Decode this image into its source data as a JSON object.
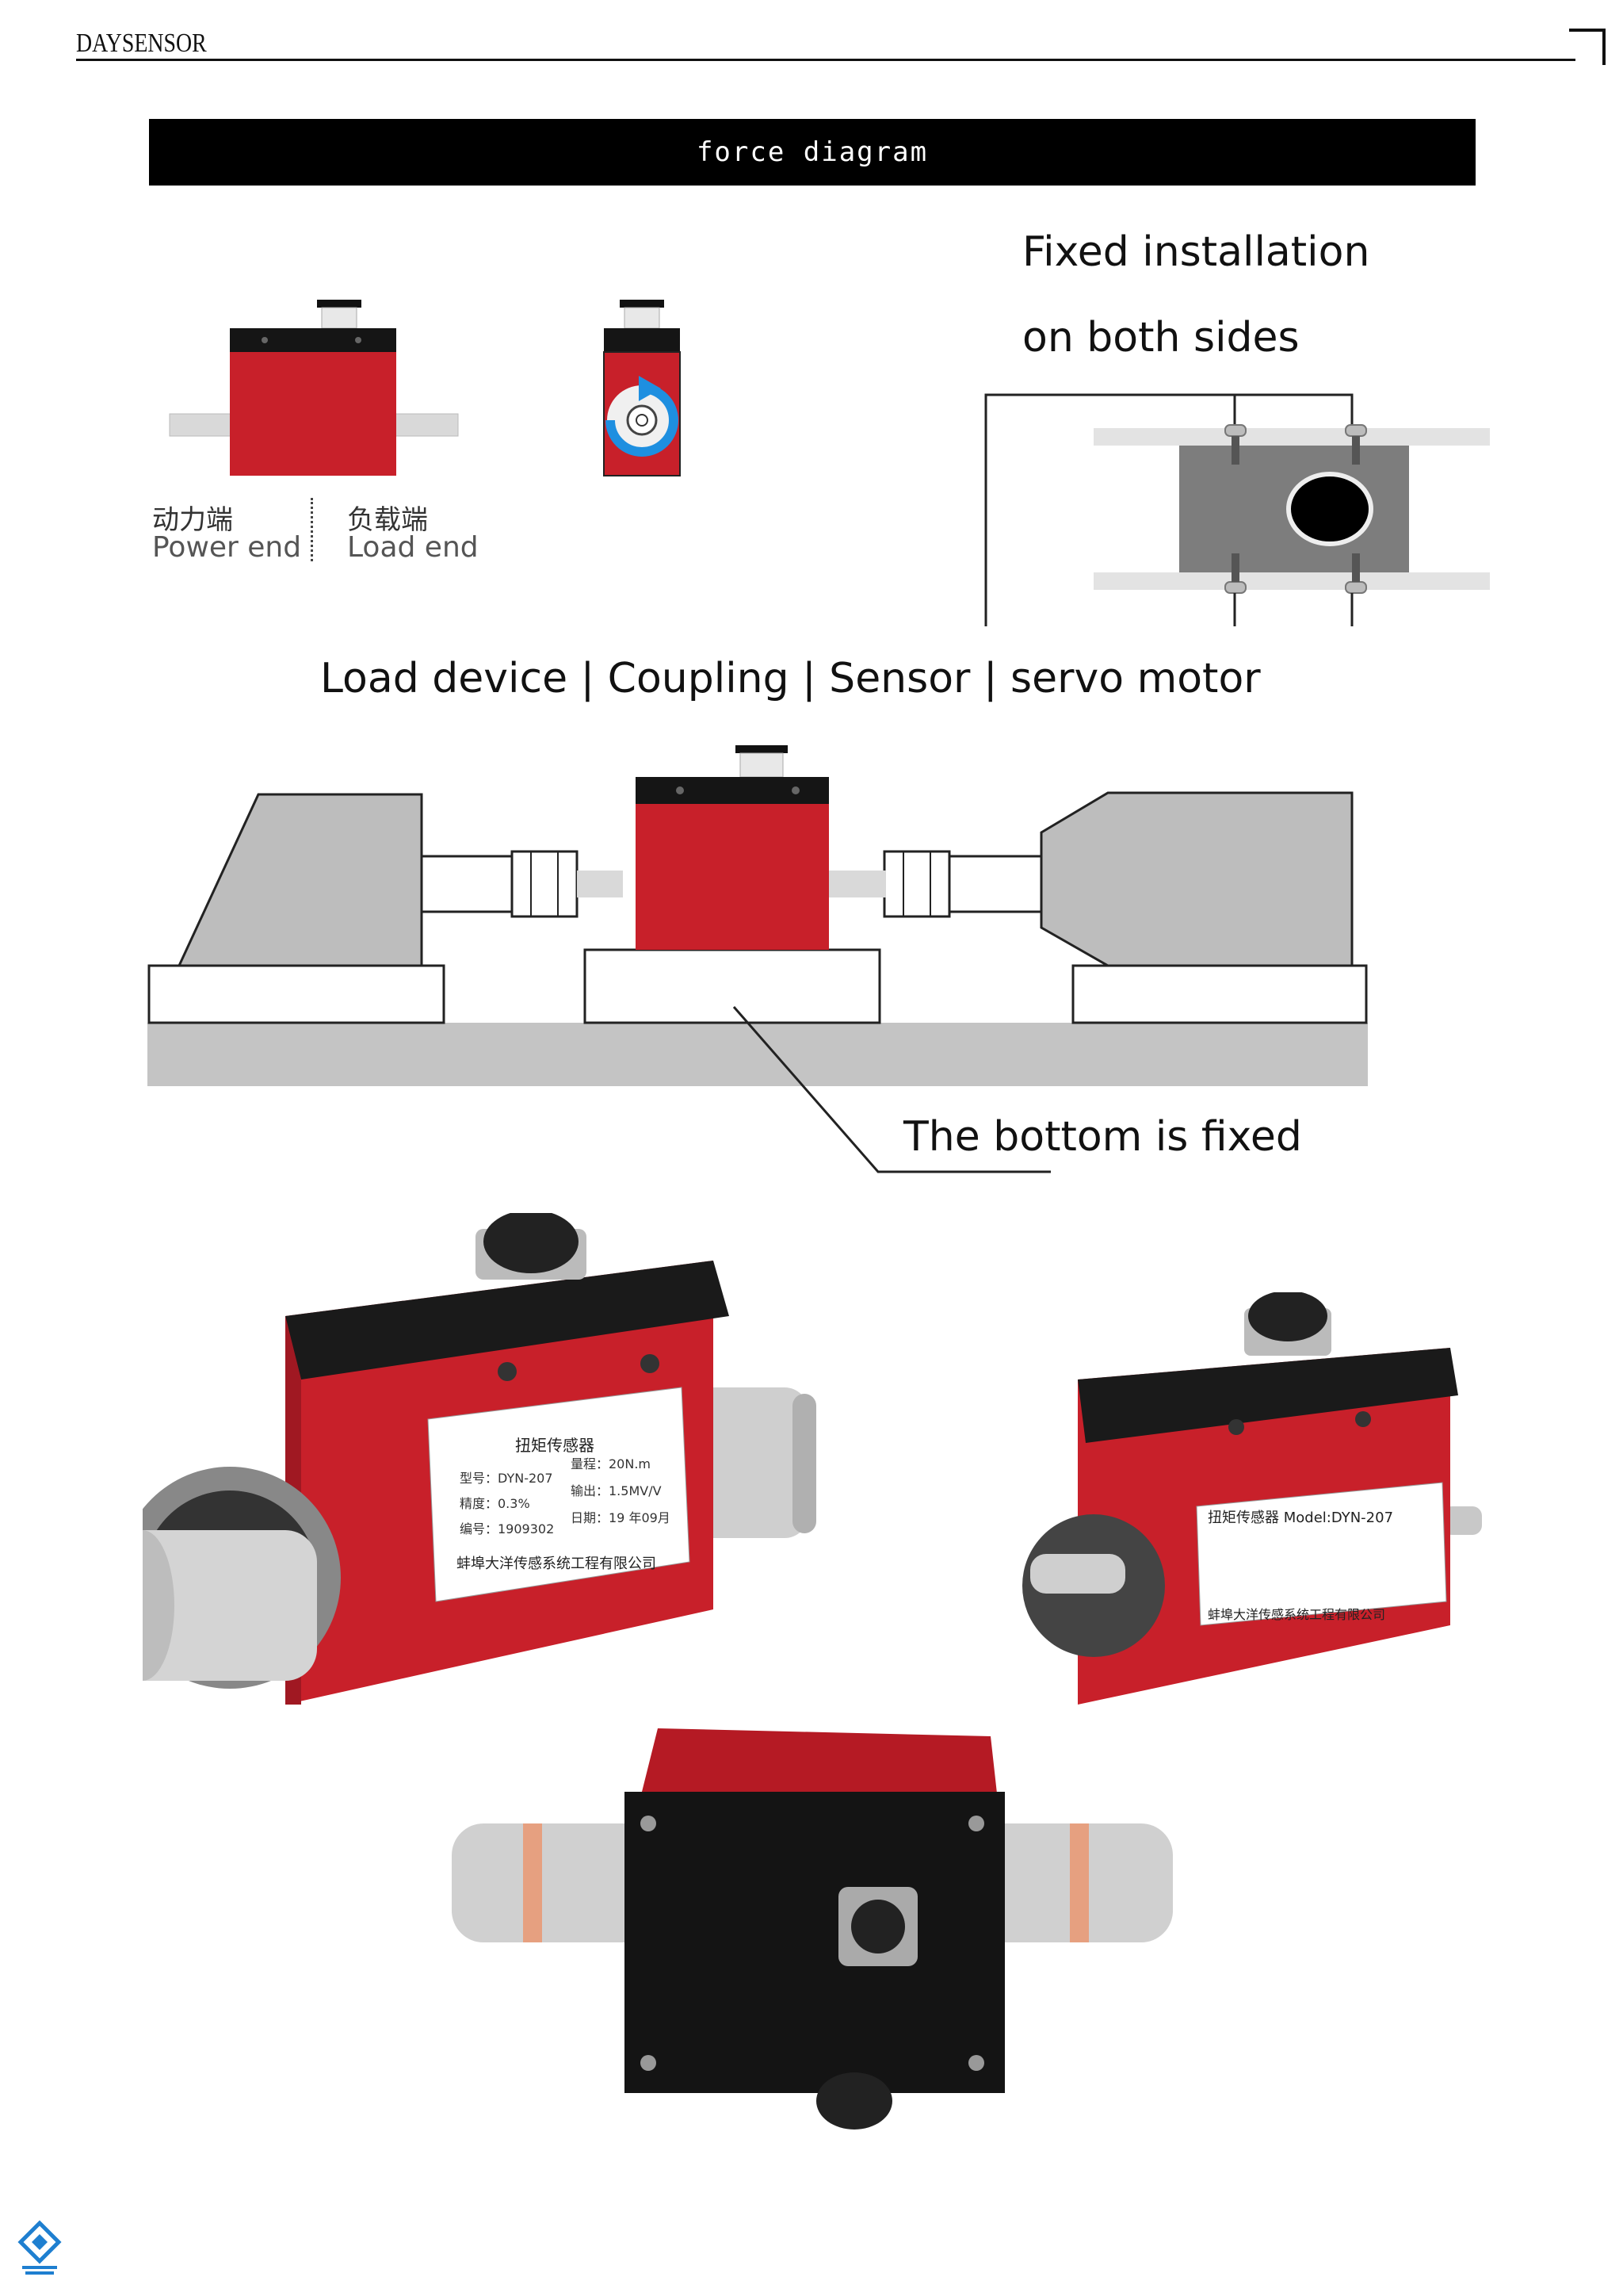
{
  "header": {
    "brand": "DAYSENSOR"
  },
  "section": {
    "title": "force diagram"
  },
  "diagram1": {
    "power_end_cn": "动力端",
    "power_end_en": "Power end",
    "load_end_cn": "负载端",
    "load_end_en": "Load end"
  },
  "diagram2": {
    "label_line1": "Fixed installation",
    "label_line2": "on both sides"
  },
  "diagram3": {
    "components_label": "Load device | Coupling | Sensor | servo motor",
    "bottom_label": "The bottom is fixed"
  },
  "photo1": {
    "label_title": "扭矩传感器",
    "model": "型号：DYN-207",
    "range": "量程：20N.m",
    "accuracy": "精度：0.3%",
    "output": "输出：1.5MV/V",
    "serial": "编号：1909302",
    "date": "日期：19 年09月",
    "company": "蚌埠大洋传感系统工程有限公司"
  },
  "photo2": {
    "label_title": "扭矩传感器 Model:DYN-207",
    "company": "蚌埠大洋传感系统工程有限公司"
  },
  "colors": {
    "sensor_red": "#c8202a",
    "sensor_black": "#141414",
    "steel": "#cfcfcf"
  }
}
